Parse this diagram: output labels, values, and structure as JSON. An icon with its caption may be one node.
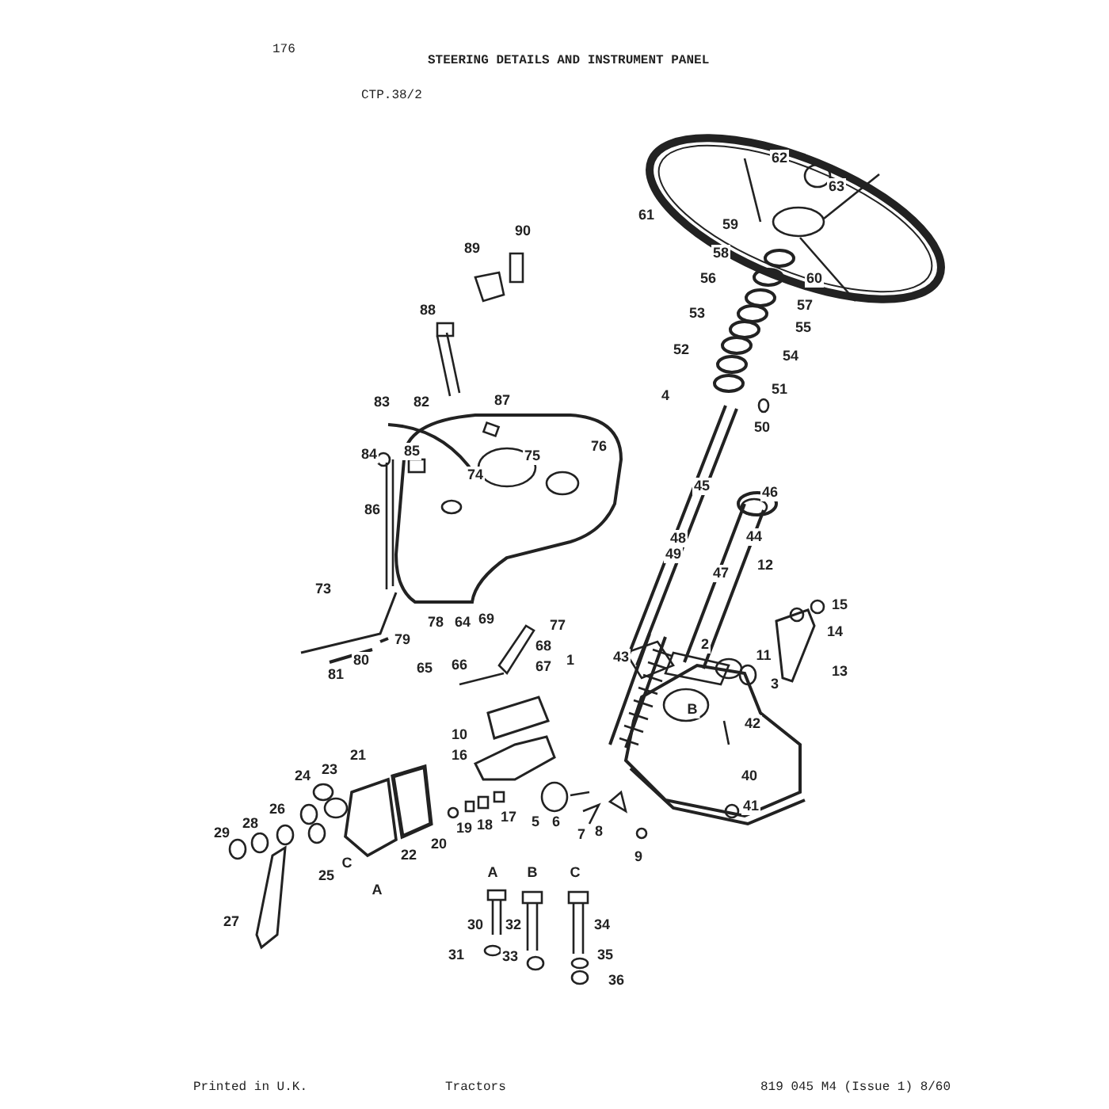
{
  "diagram": {
    "title": "STEERING DETAILS AND INSTRUMENT PANEL",
    "labels": [
      "176",
      "CTP.38/2",
      "61",
      "62",
      "63",
      "59",
      "60",
      "58",
      "56",
      "57",
      "53",
      "55",
      "52",
      "54",
      "51",
      "4",
      "50",
      "88",
      "89",
      "90",
      "87",
      "83",
      "82",
      "76",
      "84",
      "85",
      "75",
      "74",
      "45",
      "46",
      "86",
      "44",
      "48",
      "49",
      "12",
      "47",
      "15",
      "73",
      "14",
      "78",
      "64",
      "69",
      "77",
      "79",
      "68",
      "43",
      "2",
      "11",
      "13",
      "80",
      "67",
      "1",
      "65",
      "66",
      "81",
      "3",
      "B",
      "10",
      "42",
      "16",
      "21",
      "23",
      "24",
      "40",
      "26",
      "17",
      "18",
      "19",
      "5",
      "6",
      "8",
      "41",
      "28",
      "29",
      "7",
      "C",
      "22",
      "20",
      "25",
      "9",
      "A",
      "A",
      "B",
      "C",
      "30",
      "32",
      "34",
      "27",
      "35",
      "31",
      "33",
      "36",
      "Printed in U.K.",
      "Tractors",
      "819 045 M4 (Issue 1) 8/60"
    ]
  }
}
